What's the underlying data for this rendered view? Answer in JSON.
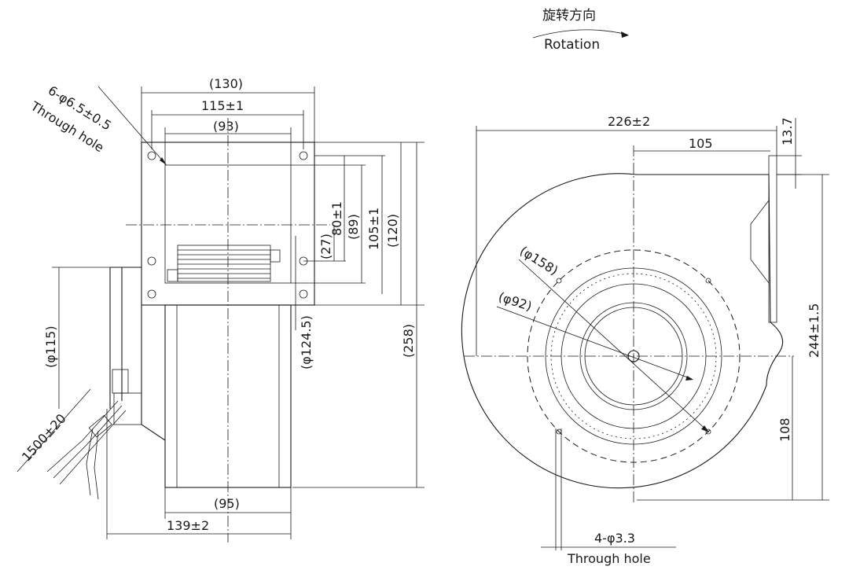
{
  "rotation": {
    "zh": "旋转方向",
    "en": "Rotation"
  },
  "side_view": {
    "hole_note": "6-φ6.5±0.5",
    "hole_note_2": "Through hole",
    "dims": {
      "w130": "(130)",
      "w115": "115±1",
      "w93": "(93)",
      "h27": "(27)",
      "h80": "80±1",
      "h89": "(89)",
      "h105": "105±1",
      "h120": "(120)",
      "h258": "(258)",
      "d115": "(φ115)",
      "d124": "(φ124.5)",
      "cable": "1500±20",
      "w95": "(95)",
      "w139": "139±2"
    }
  },
  "front_view": {
    "dims": {
      "w226": "226±2",
      "w105": "105",
      "w13": "13.7",
      "d158": "(φ158)",
      "d92": "(φ92)",
      "h244": "244±1.5",
      "h108": "108",
      "holes": "4-φ3.3",
      "holes_2": "Through hole"
    }
  }
}
